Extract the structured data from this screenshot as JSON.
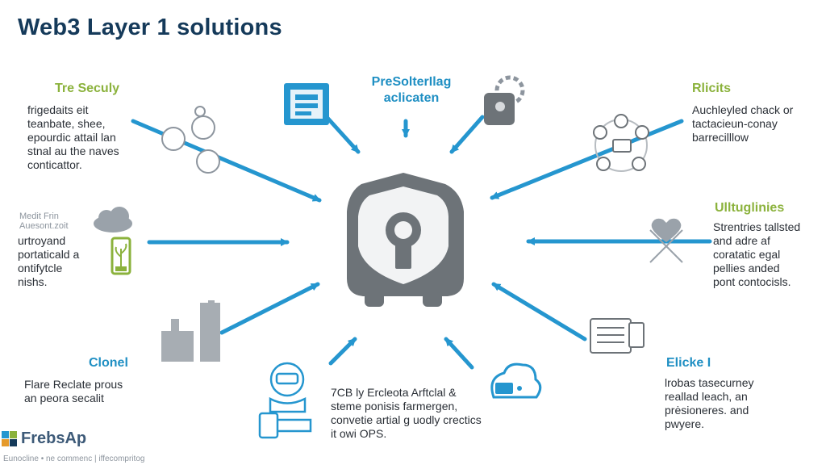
{
  "title": "Web3 Layer 1 solutions",
  "center": {
    "line1": "PreSolterIlag",
    "line2": "aclicaten"
  },
  "top_left": {
    "heading": "Tre Seculy",
    "body": "frigedaits eit\nteanbate, shee,\nepourdic attail lan\nstnal au the naves\nconticattor."
  },
  "top_right": {
    "heading": "Rlicits",
    "body": "Auchleyled chack or\ntactacieun-conay\nbarrecilllow"
  },
  "mid_left": {
    "small": "Medit Frin\nAuesont.zoit",
    "body": "urtroyand\nportaticald a\nontifytcle\nnishs."
  },
  "mid_right": {
    "heading": "Ulltuglinies",
    "body": "Strentries tallsted\nand adre af\ncoratatic egal\npellies anded\npont contocisls."
  },
  "bottom_left": {
    "heading": "Clonel",
    "body": "Flare Reclate prous\nan peora secalit"
  },
  "bottom_center": {
    "body": "7CB ly Ercleota Arftclal &\nsteme ponisis farmergen,\nconvetie artial g uodly crectics\nit owi OPS."
  },
  "bottom_right": {
    "heading": "Elicke I",
    "body": "lrobas tasecurney\nreallad leach, an\nprėsioneres. and\npwyere."
  },
  "footer": {
    "brand": "FrebsAp",
    "tagline": "Eunocline • ne commenc | iffecompritog"
  },
  "colors": {
    "arrow": "#2596cf",
    "shield": "#6d7378",
    "accent_green": "#8bb23c",
    "accent_blue": "#1f8fc3",
    "title": "#153a5a"
  },
  "icons": [
    "window-icon",
    "gear-icon",
    "cloud-icon",
    "plant-icon",
    "factory-icon",
    "robot-icon",
    "cloud-device-icon",
    "network-icon",
    "heart-icon",
    "document-icon",
    "globe-icon",
    "hand-icon",
    "shield-lock-icon"
  ]
}
